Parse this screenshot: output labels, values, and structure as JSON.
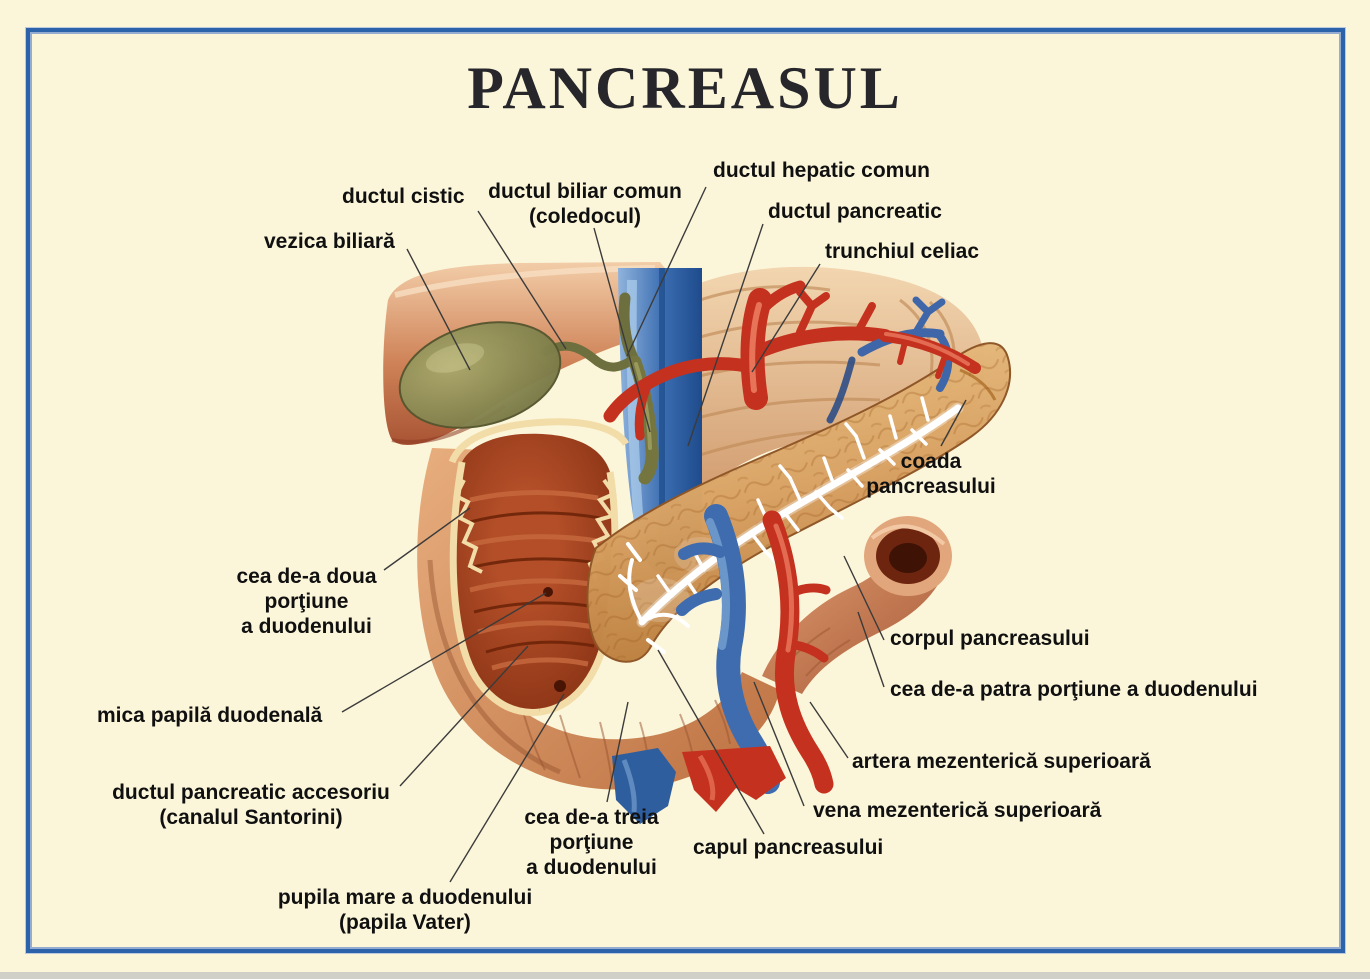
{
  "poster": {
    "title": "PANCREASUL",
    "colors": {
      "background": "#fbf6da",
      "border_blue": "#2b62a9",
      "border_inner_blue": "#93accf",
      "title_text": "#26262b",
      "label_text": "#101010",
      "leader_line": "#3b3b3b",
      "artery_red": "#c5311f",
      "vein_blue": "#3a6cb0",
      "bile_olive": "#6e6f3e",
      "pancreas_tan": "#d9a263",
      "duodenum_mucosa": "#9e3e1f",
      "cut_rim_cream": "#f2dca8"
    }
  },
  "labels": [
    {
      "id": "vezica-biliara",
      "text": "vezica biliară"
    },
    {
      "id": "ductul-cistic",
      "text": "ductul cistic"
    },
    {
      "id": "ductul-biliar-comun",
      "text": "ductul biliar comun\n(coledocul)"
    },
    {
      "id": "ductul-hepatic-comun",
      "text": "ductul hepatic comun"
    },
    {
      "id": "ductul-pancreatic",
      "text": "ductul pancreatic"
    },
    {
      "id": "trunchiul-celiac",
      "text": "trunchiul celiac"
    },
    {
      "id": "coada-pancreasului",
      "text": "coada\npancreasului"
    },
    {
      "id": "cea-de-a-doua-portiune",
      "text": "cea de-a doua\nporţiune\na duodenului"
    },
    {
      "id": "mica-papila-duodenala",
      "text": "mica papilă duodenală"
    },
    {
      "id": "ductul-pancreatic-accesoriu",
      "text": "ductul pancreatic accesoriu\n(canalul Santorini)"
    },
    {
      "id": "corpul-pancreasului",
      "text": "corpul pancreasului"
    },
    {
      "id": "cea-de-a-patra-portiune",
      "text": "cea de-a patra porţiune a duodenului"
    },
    {
      "id": "artera-mezenterica",
      "text": "artera mezenterică superioară"
    },
    {
      "id": "vena-mezenterica",
      "text": "vena mezenterică superioară"
    },
    {
      "id": "cea-de-a-treia-portiune",
      "text": "cea de-a treia\nporţiune\na duodenului"
    },
    {
      "id": "capul-pancreasului",
      "text": "capul pancreasului"
    },
    {
      "id": "pupila-mare",
      "text": "pupila mare a duodenului\n(papila Vater)"
    }
  ]
}
